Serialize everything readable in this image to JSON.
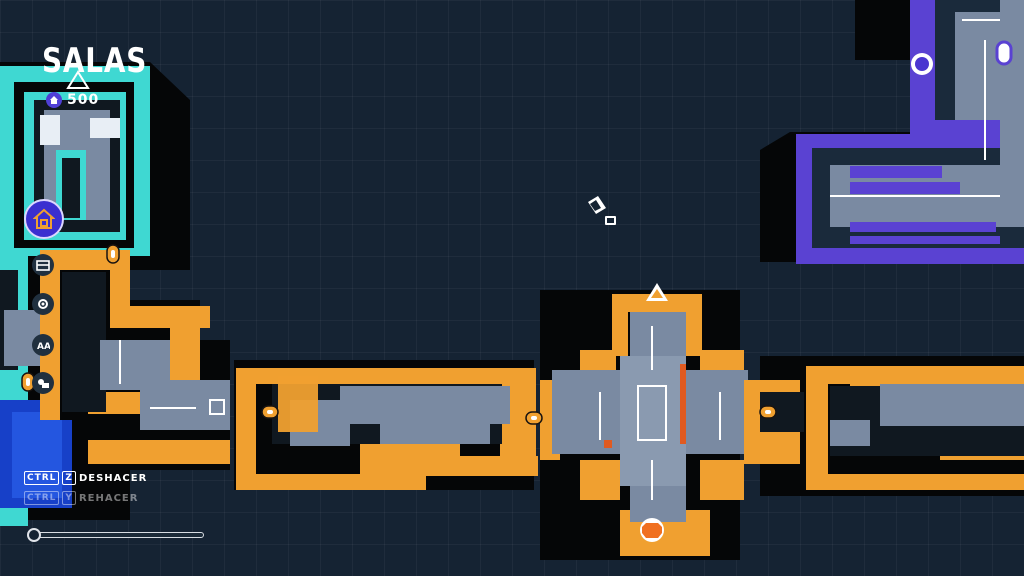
{
  "hud": {
    "title": "SALAS",
    "room_count": "500",
    "tools": {
      "main_icon": "house-build-icon",
      "items": [
        "rooms-icon",
        "settings-gear-icon",
        "text-icon",
        "decor-icon"
      ]
    }
  },
  "shortcuts": {
    "undo": {
      "mod": "CTRL",
      "key": "Z",
      "label": "DESHACER"
    },
    "redo": {
      "mod": "CTRL",
      "key": "Y",
      "label": "REHACER"
    }
  },
  "zoom": {
    "level": 0.0
  },
  "map": {
    "cursor_icon": "robot-cursor-icon",
    "colors": {
      "background": "#152333",
      "orange": "#f0a030",
      "cyan": "#3fd8d2",
      "purple": "#5a42d2",
      "floor": "#7a8aa2",
      "blue_room": "#1740c8",
      "wall_shadow": "#050607"
    },
    "markers": [
      "door-icon",
      "triangle-marker-icon",
      "octagon-marker-icon",
      "circle-marker-icon"
    ]
  }
}
